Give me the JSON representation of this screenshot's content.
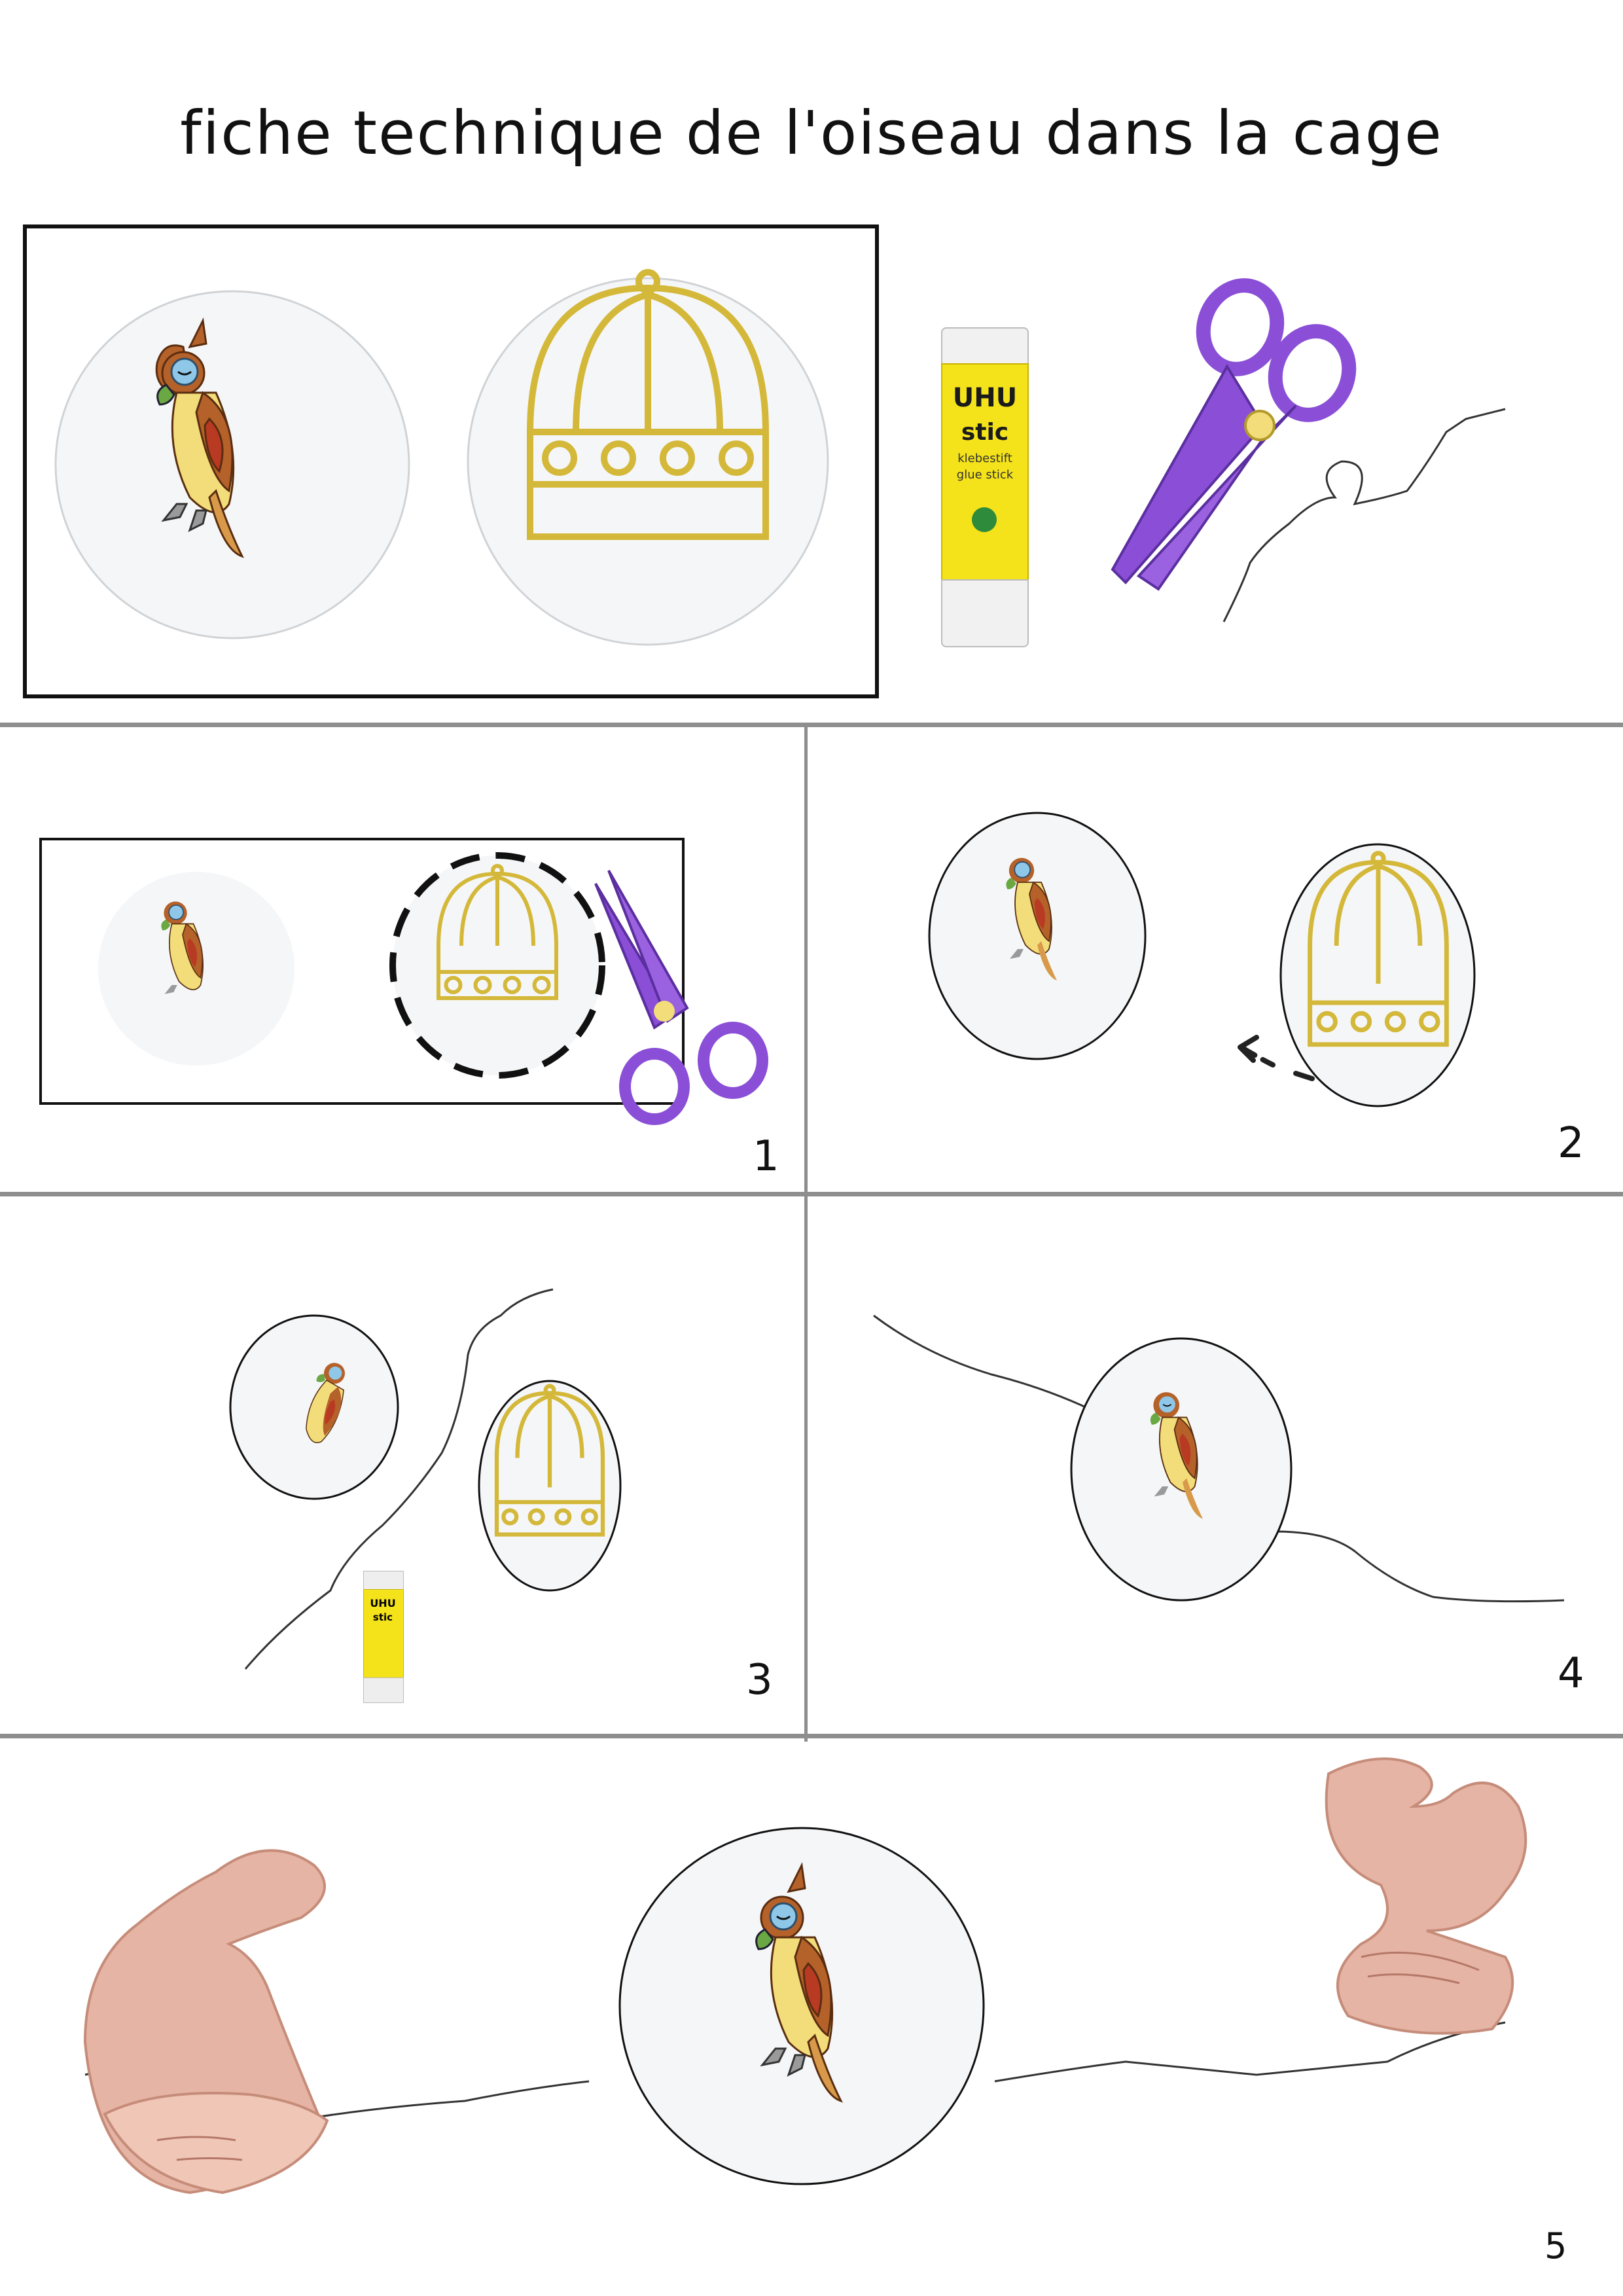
{
  "title": "fiche technique de l'oiseau dans la cage",
  "steps": [
    "1",
    "2",
    "3",
    "4",
    "5"
  ],
  "glue_stick": {
    "brand": "UHU",
    "product": "stic",
    "line1": "klebestift",
    "line2": "glue stick"
  },
  "colors": {
    "divider": "#8e8e8e",
    "scissors": "#8a4fd6",
    "cage": "#d4b83a",
    "parrot_body": "#b5612a",
    "parrot_belly": "#f2dd7a",
    "parrot_wing": "#b83a22",
    "parrot_eye": "#8fc7e8",
    "glue_yellow": "#f4e21a"
  },
  "icons": [
    "parrot-icon",
    "bird-cage-icon",
    "glue-stick-icon",
    "scissors-icon",
    "string-icon",
    "fingers-icon",
    "arrow-icon"
  ]
}
